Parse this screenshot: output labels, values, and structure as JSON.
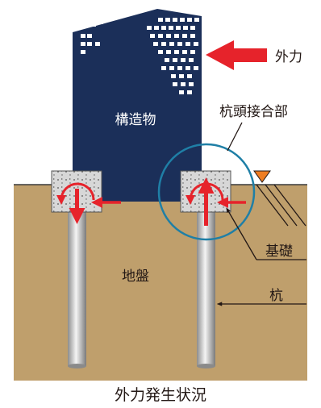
{
  "labels": {
    "external_force": "外力",
    "structure": "構造物",
    "pile_head_joint": "杭頭接合部",
    "foundation": "基礎",
    "ground": "地盤",
    "pile": "杭",
    "caption": "外力発生状況"
  },
  "icons": {
    "force_arrow": "big-left-arrow-icon",
    "ground_level": "inverted-triangle-icon"
  },
  "colors": {
    "building": "#1b2f59",
    "window": "#ffffff",
    "soil": "#bf9f6c",
    "soil_line": "#3a3a3a",
    "arrow_red": "#e6232b",
    "circle": "#1f7fa6",
    "triangle": "#ee7d22",
    "leader": "#231815"
  }
}
